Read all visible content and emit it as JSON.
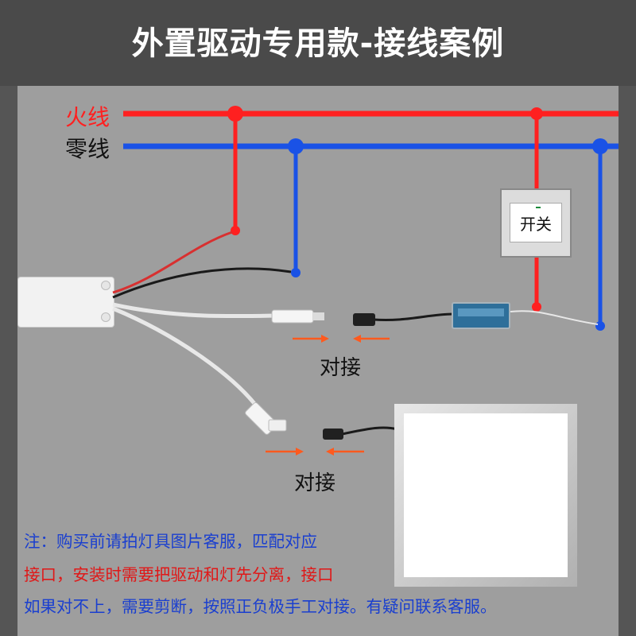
{
  "title": "外置驱动专用款-接线案例",
  "labels": {
    "live": "火线",
    "neutral": "零线",
    "switch": "开关",
    "connect_1": "对接",
    "connect_2": "对接"
  },
  "notes": {
    "line1": "注：购买前请拍灯具图片客服，匹配对应",
    "line2": "接口，安装时需要把驱动和灯先分离，接口",
    "line3": "如果对不上，需要剪断，按照正负极手工对接。有疑问联系客服。"
  },
  "colors": {
    "live_wire": "#ff2020",
    "neutral_wire": "#1a52e6",
    "arrow": "#ff5a1e",
    "note_blue": "#1a3fcf",
    "note_red": "#e01818"
  }
}
